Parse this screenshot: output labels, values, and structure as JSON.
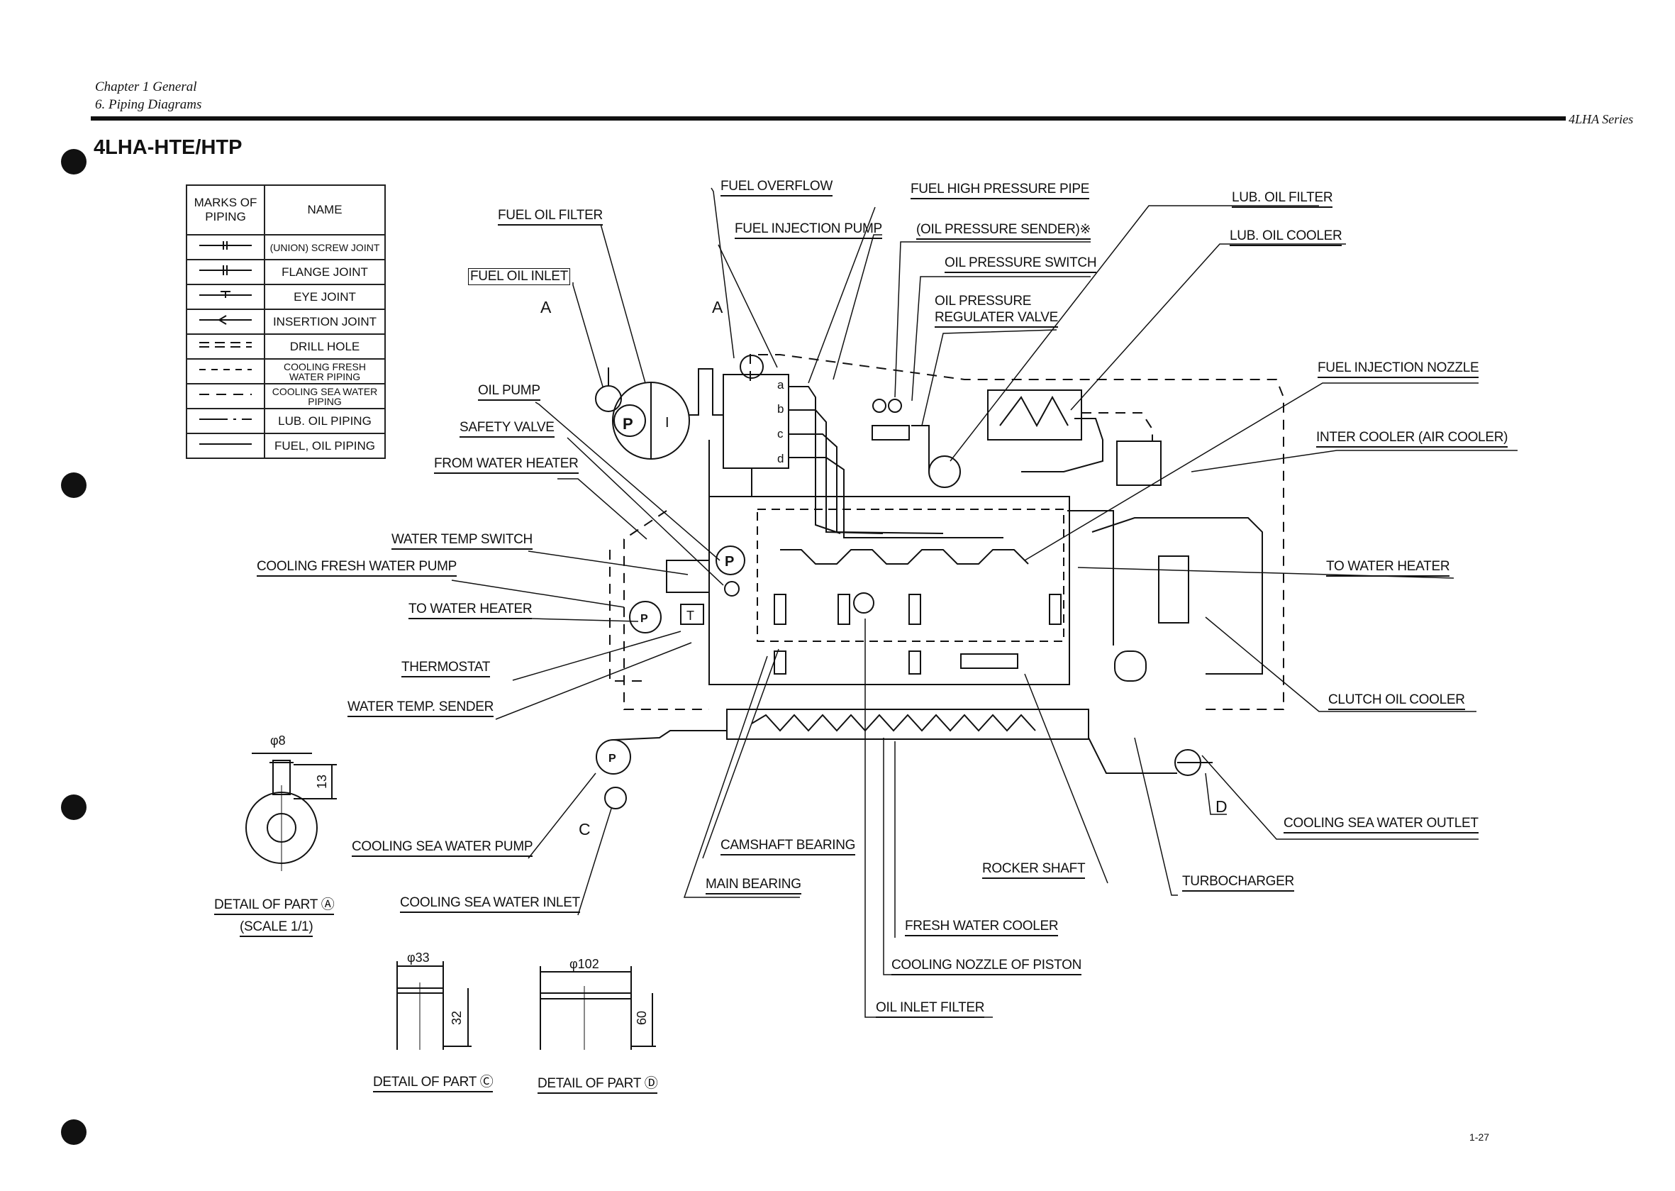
{
  "header": {
    "chapter": "Chapter 1 General",
    "section": "6. Piping Diagrams",
    "series": "4LHA Series",
    "page_number": "1-27"
  },
  "title": "4LHA-HTE/HTP",
  "legend": {
    "col_marks": "MARKS OF PIPING",
    "col_name": "NAME",
    "rows": [
      {
        "name": "(UNION) SCREW JOINT"
      },
      {
        "name": "FLANGE JOINT"
      },
      {
        "name": "EYE JOINT"
      },
      {
        "name": "INSERTION JOINT"
      },
      {
        "name": "DRILL HOLE"
      },
      {
        "name": "COOLING FRESH WATER PIPING"
      },
      {
        "name": "COOLING SEA WATER PIPING"
      },
      {
        "name": "LUB. OIL PIPING"
      },
      {
        "name": "FUEL, OIL PIPING"
      }
    ]
  },
  "labels": {
    "fuel_overflow": "FUEL OVERFLOW",
    "fuel_high_pressure_pipe": "FUEL HIGH PRESSURE PIPE",
    "lub_oil_filter": "LUB. OIL FILTER",
    "fuel_oil_filter": "FUEL OIL FILTER",
    "fuel_injection_pump": "FUEL INJECTION PUMP",
    "oil_pressure_sender": "(OIL PRESSURE SENDER)※",
    "lub_oil_cooler": "LUB. OIL COOLER",
    "oil_pressure_switch": "OIL PRESSURE SWITCH",
    "fuel_oil_inlet": "FUEL OIL INLET",
    "oil_pressure": "OIL PRESSURE",
    "regulater_valve": "REGULATER VALVE",
    "fuel_injection_nozzle": "FUEL INJECTION NOZZLE",
    "oil_pump": "OIL PUMP",
    "safety_valve": "SAFETY VALVE",
    "inter_cooler": "INTER COOLER (AIR COOLER)",
    "from_water_heater": "FROM WATER HEATER",
    "water_temp_switch": "WATER TEMP SWITCH",
    "cooling_fresh_water_pump": "COOLING FRESH WATER PUMP",
    "to_water_heater_right": "TO WATER HEATER",
    "to_water_heater_left": "TO WATER HEATER",
    "thermostat": "THERMOSTAT",
    "clutch_oil_cooler": "CLUTCH OIL COOLER",
    "water_temp_sender": "WATER TEMP. SENDER",
    "cooling_sea_water_outlet": "COOLING SEA WATER OUTLET",
    "cooling_sea_water_pump": "COOLING SEA WATER PUMP",
    "camshaft_bearing": "CAMSHAFT BEARING",
    "rocker_shaft": "ROCKER SHAFT",
    "main_bearing": "MAIN BEARING",
    "turbocharger": "TURBOCHARGER",
    "cooling_sea_water_inlet": "COOLING SEA WATER INLET",
    "fresh_water_cooler": "FRESH WATER COOLER",
    "cooling_nozzle_of_piston": "COOLING NOZZLE OF PISTON",
    "oil_inlet_filter": "OIL INLET FILTER",
    "detail_a": "DETAIL OF PART Ⓐ",
    "detail_a_scale": "(SCALE 1/1)",
    "detail_c": "DETAIL OF PART Ⓒ",
    "detail_d": "DETAIL OF PART Ⓓ",
    "mark_a1": "A",
    "mark_a2": "A",
    "mark_c": "C",
    "mark_d": "D"
  },
  "diagram_marks": {
    "pump_p": "P",
    "filter_i": "I",
    "port_a": "a",
    "port_b": "b",
    "port_c": "c",
    "port_d": "d",
    "dim_phi8": "φ8",
    "dim_13": "13",
    "dim_phi33": "φ33",
    "dim_32": "32",
    "dim_phi102": "φ102",
    "dim_60": "60",
    "thermo_t": "T"
  }
}
